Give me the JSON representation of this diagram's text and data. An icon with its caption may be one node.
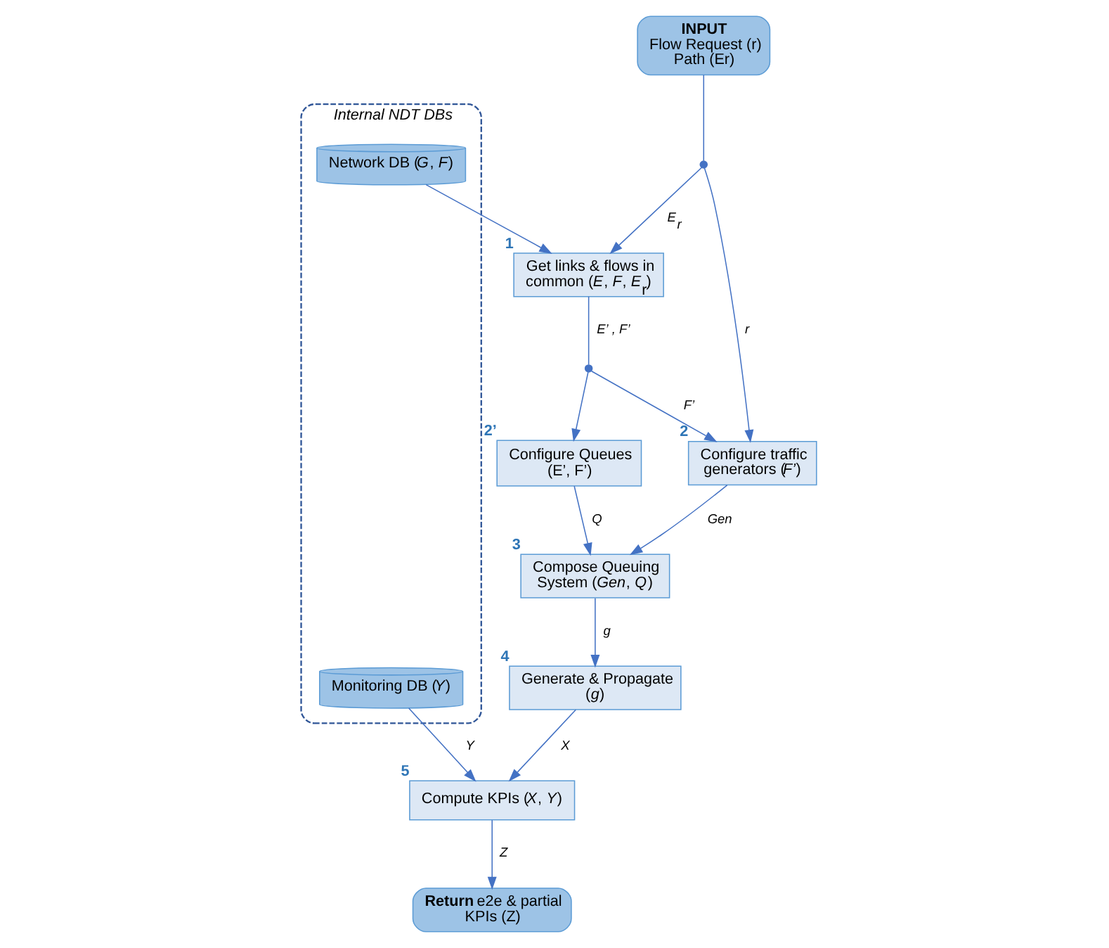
{
  "diagram": {
    "nodes": [
      {
        "text": [
          "INPUT",
          "Flow Request (r) Path (Er)"
        ]
      },
      {
        "text": [],
        "shape": "circle"
      },
      {
        "text": [
          "Get links & flows in common (*E*, *F*, *E*$_{r}$)"
        ],
        "beside": [
          "1"
        ]
      },
      {
        "text": [],
        "shape": "circle"
      },
      {
        "text": [
          "Configure traffic generators (*F’*)"
        ],
        "beside": [
          "2"
        ]
      },
      {
        "text": [
          "Configure Queues (E’, F’)"
        ],
        "beside": [
          "2’"
        ]
      },
      {
        "text": [
          "Compose Queuing System (*Gen*, *Q*)"
        ],
        "beside": [
          "3"
        ]
      },
      {
        "text": [
          "Generate & Propagate (*g*)"
        ],
        "beside": [
          "4"
        ]
      },
      {
        "text": [
          "Compute KPIs (*X*, *Y*)"
        ],
        "beside": [
          "5"
        ]
      },
      {
        "text": [
          "**Return** e2e & partial KPIs (Z)"
        ]
      },
      {
        "text": [
          "Internal NDT DBs"
        ]
      },
      {
        "text": [
          "Network DB (*G*, *F*)"
        ],
        "in": 10
      },
      {
        "text": [
          "Monitoring DB (*Y*)"
        ],
        "in": 10
      }
    ],
    "edges": [
      {
        "from": 0,
        "to": 1,
        "arrow": "none"
      },
      {
        "from": 1,
        "to": 2,
        "arrow": "to",
        "label": "E$_{r}$"
      },
      {
        "from": 1,
        "to": 4,
        "arrow": "to",
        "label": "r"
      },
      {
        "from": 11,
        "to": 2,
        "arrow": "to"
      },
      {
        "from": 2,
        "to": 3,
        "arrow": "none",
        "label": "E’ , F’"
      },
      {
        "from": 3,
        "to": 4,
        "arrow": "to",
        "label": "F’"
      },
      {
        "from": 3,
        "to": 5,
        "arrow": "to"
      },
      {
        "from": 5,
        "to": 6,
        "arrow": "to",
        "label": "Q"
      },
      {
        "from": 4,
        "to": 6,
        "arrow": "to",
        "label": "Gen"
      },
      {
        "from": 6,
        "to": 7,
        "arrow": "to",
        "label": "g"
      },
      {
        "from": 7,
        "to": 8,
        "arrow": "to",
        "label": "X"
      },
      {
        "from": 12,
        "to": 8,
        "arrow": "to",
        "label": "Y"
      },
      {
        "from": 8,
        "to": 9,
        "arrow": "to",
        "label": "Z"
      }
    ]
  }
}
